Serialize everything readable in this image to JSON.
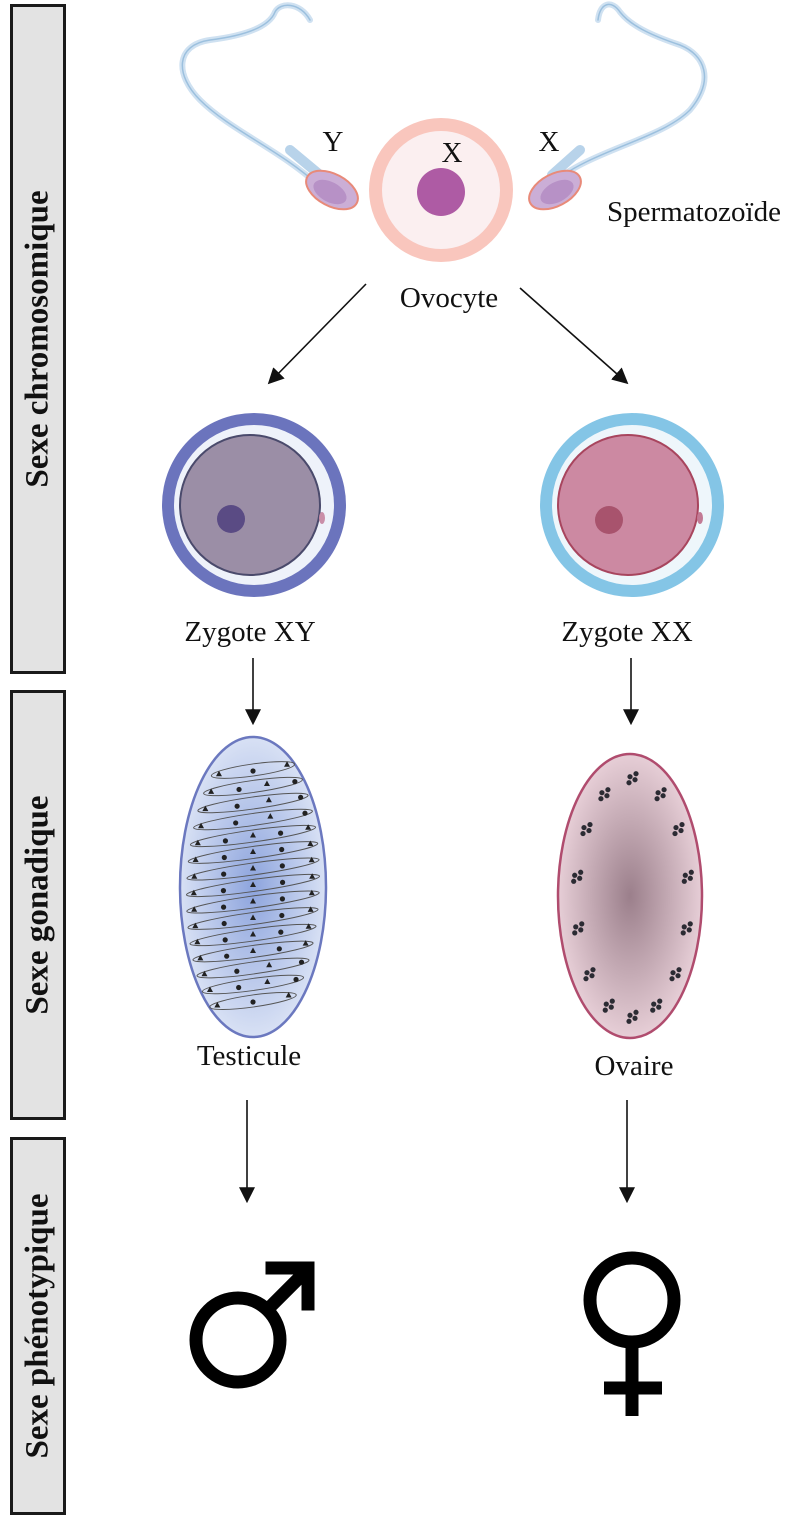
{
  "side_labels": {
    "chromosomic": "Sexe chromosomique",
    "gonadic": "Sexe gonadique",
    "phenotypic": "Sexe phénotypique"
  },
  "fertilization": {
    "sperm_left_chromosome": "Y",
    "oocyte_chromosome": "X",
    "sperm_right_chromosome": "X",
    "sperm_label": "Spermatozoïde",
    "oocyte_label": "Ovocyte"
  },
  "zygotes": {
    "male_label": "Zygote XY",
    "female_label": "Zygote XX"
  },
  "gonads": {
    "male_label": "Testicule",
    "female_label": "Ovaire"
  },
  "phenotype": {
    "male_symbol": "male-symbol-icon",
    "female_symbol": "female-symbol-icon"
  },
  "colors": {
    "male_membrane": "#6b78bf",
    "male_cytoplasm": "#9c90a6",
    "female_membrane": "#7fc4e6",
    "female_cytoplasm": "#cd8ba3",
    "oocyte_ring": "#f5b7ad",
    "testis_fill": "#b9c8ec",
    "ovary_fill": "#c797a8"
  }
}
